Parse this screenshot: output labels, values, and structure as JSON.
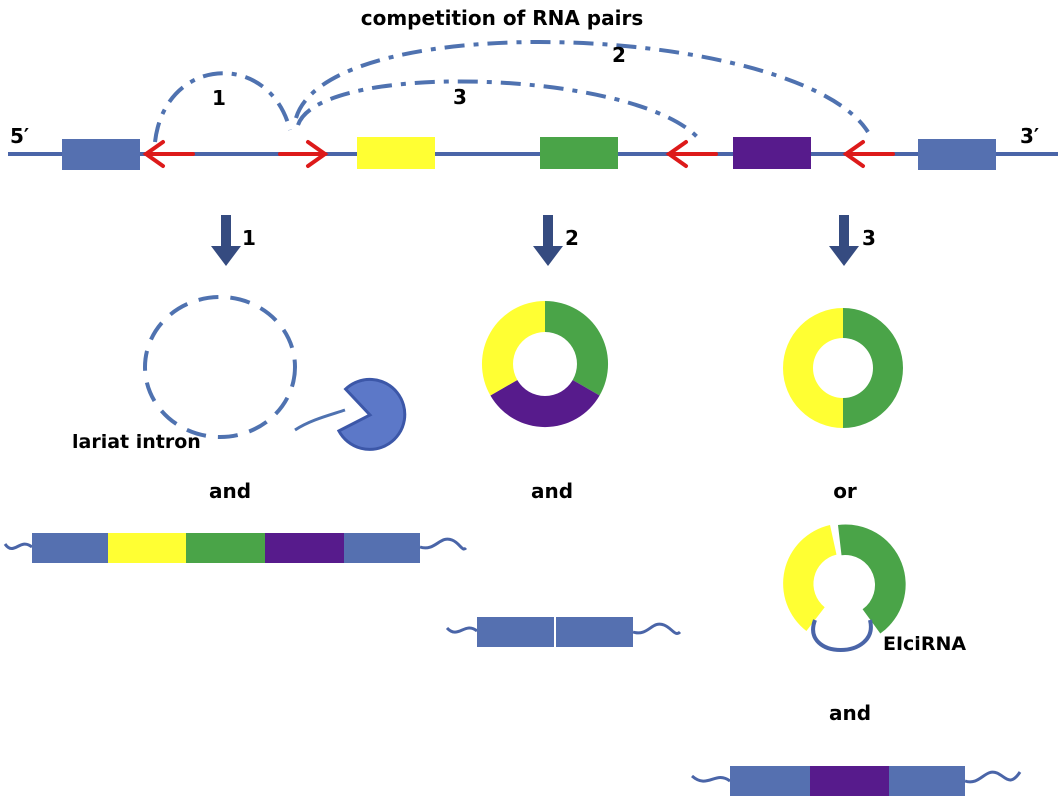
{
  "title": "competition of RNA pairs",
  "end_labels": {
    "five_prime": "5′",
    "three_prime": "3′"
  },
  "pair_labels": [
    "1",
    "2",
    "3"
  ],
  "step_labels": [
    "1",
    "2",
    "3"
  ],
  "product_labels": {
    "lariat": "lariat intron",
    "eicirna": "EIciRNA"
  },
  "connectors": {
    "col1": "and",
    "col2": "and",
    "col3_or": "or",
    "col3_and": "and"
  },
  "colors": {
    "exon_flank": "#5570b0",
    "exon_yellow": "#ffff33",
    "exon_green": "#4aa448",
    "exon_purple": "#571b8c",
    "intron_line": "#4a65a8",
    "pair_arrow": "#dd1a1a",
    "dashed_arc": "#4f72b0",
    "down_arrow": "#354b80",
    "debranch_enzyme": "#5c78c8"
  },
  "icons": [
    "down-arrow-icon",
    "pacman-debranching-enzyme-icon",
    "reverse-complement-arrow-icon"
  ]
}
